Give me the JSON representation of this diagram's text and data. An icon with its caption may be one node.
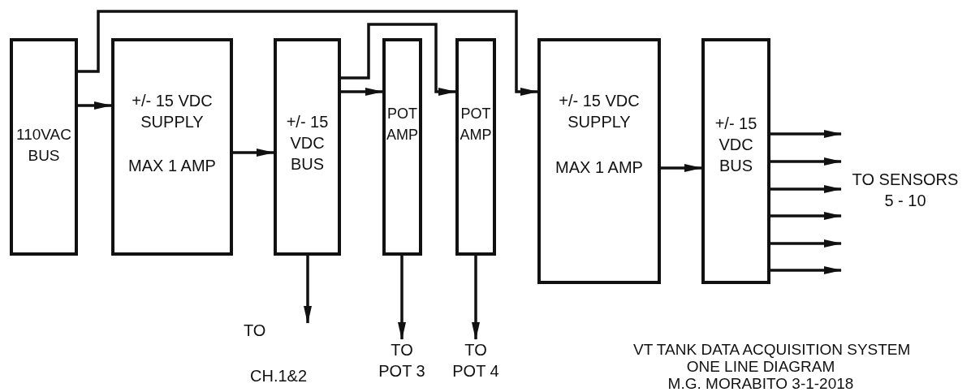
{
  "diagram": {
    "nodes": [
      {
        "text": [
          "110VAC BUS"
        ]
      },
      {
        "text": [
          "+/- 15 VDC SUPPLY",
          "MAX 1 AMP"
        ]
      },
      {
        "text": [
          "+/- 15 VDC BUS"
        ]
      },
      {
        "text": [
          "POT AMP"
        ]
      },
      {
        "text": [
          "POT AMP"
        ]
      },
      {
        "text": [
          "+/- 15 VDC SUPPLY",
          "MAX 1 AMP"
        ]
      },
      {
        "text": [
          "+/- 15 VDC BUS"
        ]
      },
      {
        "text": [
          "TO",
          "CH.1&2"
        ]
      },
      {
        "text": [
          "TO POT 3"
        ]
      },
      {
        "text": [
          "TO POT 4"
        ]
      },
      {
        "text": [
          "TO SENSORS 5 - 10"
        ]
      }
    ],
    "edges": [
      {
        "from": 0,
        "to": 1,
        "arrow": "to"
      },
      {
        "from": 0,
        "to": 5,
        "arrow": "to"
      },
      {
        "from": 1,
        "to": 2,
        "arrow": "to"
      },
      {
        "from": 2,
        "to": 3,
        "arrow": "to"
      },
      {
        "from": 2,
        "to": 4,
        "arrow": "to"
      },
      {
        "from": 2,
        "to": 7,
        "arrow": "to"
      },
      {
        "from": 3,
        "to": 8,
        "arrow": "to"
      },
      {
        "from": 4,
        "to": 9,
        "arrow": "to"
      },
      {
        "from": 5,
        "to": 6,
        "arrow": "to"
      },
      {
        "from": 6,
        "to": 10,
        "arrow": "to"
      },
      {
        "from": 6,
        "to": 10,
        "arrow": "to"
      },
      {
        "from": 6,
        "to": 10,
        "arrow": "to"
      },
      {
        "from": 6,
        "to": 10,
        "arrow": "to"
      },
      {
        "from": 6,
        "to": 10,
        "arrow": "to"
      },
      {
        "from": 6,
        "to": 10,
        "arrow": "to"
      }
    ],
    "labels": [
      "VT TANK DATA ACQUISITION SYSTEM",
      "ONE LINE DIAGRAM",
      "M.G. MORABITO 3-1-2018"
    ]
  }
}
